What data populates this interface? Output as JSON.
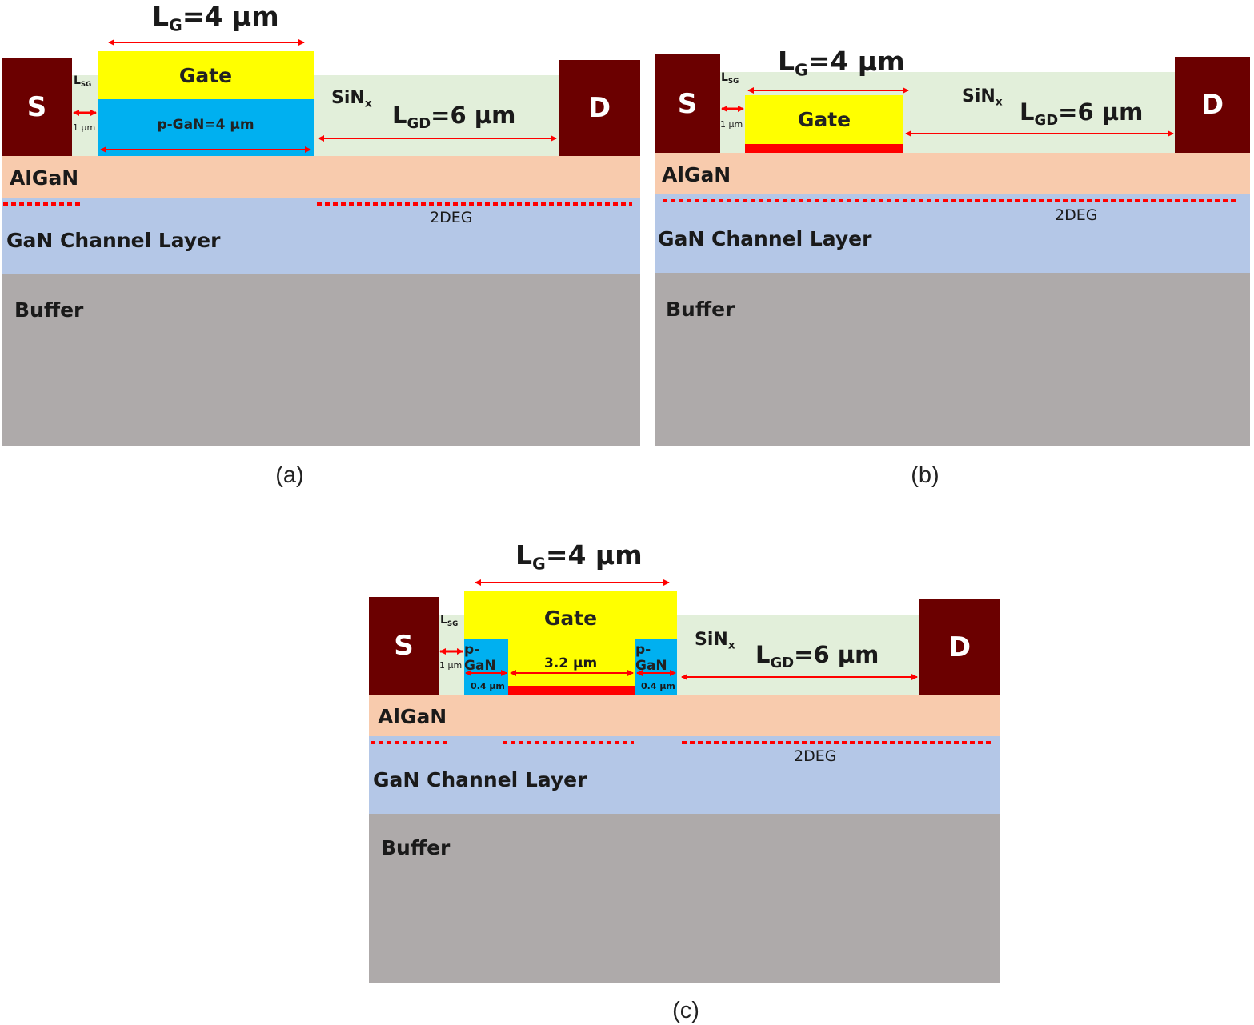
{
  "colors": {
    "electrode": "#6b0000",
    "gate": "#ffff00",
    "p_gan": "#00b0f0",
    "sinx": "#e2efda",
    "algan": "#f8cbad",
    "gan_channel": "#b4c7e7",
    "buffer": "#aeaaaa",
    "deg_line": "#ff0000",
    "arrow": "#ff0000"
  },
  "panels": [
    {
      "caption": "(a)",
      "source": "S",
      "drain": "D",
      "lg_label": {
        "main": "L",
        "sub": "G",
        "rest": "=4 µm"
      },
      "lgd_label": {
        "main": "L",
        "sub": "GD",
        "rest": "=6 µm"
      },
      "lsg_label": {
        "main": "L",
        "sub": "SG"
      },
      "lsg_value": "1 µm",
      "sinx_label": {
        "main": "SiN",
        "sub": "x"
      },
      "gate": "Gate",
      "pgan": "p-GaN=4 µm",
      "algan": "AlGaN",
      "channel": "GaN Channel Layer",
      "buffer": "Buffer",
      "deg": "2DEG"
    },
    {
      "caption": "(b)",
      "source": "S",
      "drain": "D",
      "lg_label": {
        "main": "L",
        "sub": "G",
        "rest": "=4 µm"
      },
      "lgd_label": {
        "main": "L",
        "sub": "GD",
        "rest": "=6 µm"
      },
      "lsg_label": {
        "main": "L",
        "sub": "SG"
      },
      "lsg_value": "1 µm",
      "sinx_label": {
        "main": "SiN",
        "sub": "x"
      },
      "gate": "Gate",
      "algan": "AlGaN",
      "channel": "GaN Channel Layer",
      "buffer": "Buffer",
      "deg": "2DEG"
    },
    {
      "caption": "(c)",
      "source": "S",
      "drain": "D",
      "lg_label": {
        "main": "L",
        "sub": "G",
        "rest": "=4 µm"
      },
      "lgd_label": {
        "main": "L",
        "sub": "GD",
        "rest": "=6 µm"
      },
      "lsg_label": {
        "main": "L",
        "sub": "SG"
      },
      "lsg_value": "1 µm",
      "sinx_label": {
        "main": "SiN",
        "sub": "x"
      },
      "gate": "Gate",
      "pgan_left": "p-GaN",
      "pgan_right": "p-GaN",
      "pgan_left_width": "0.4 µm",
      "pgan_right_width": "0.4 µm",
      "center_width": "3.2 µm",
      "algan": "AlGaN",
      "channel": "GaN Channel Layer",
      "buffer": "Buffer",
      "deg": "2DEG"
    }
  ]
}
